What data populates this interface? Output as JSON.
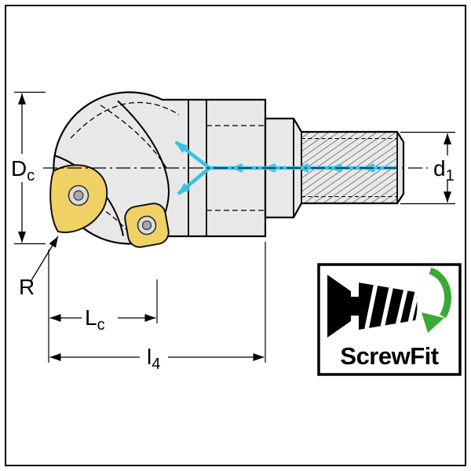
{
  "dimensions": {
    "Dc": {
      "main": "D",
      "sub": "c"
    },
    "d1": {
      "main": "d",
      "sub": "1"
    },
    "R": "R",
    "Lc": {
      "main": "L",
      "sub": "c"
    },
    "l4": {
      "main": "l",
      "sub": "4"
    }
  },
  "badge": {
    "label": "ScrewFit"
  },
  "colors": {
    "coolant": "#35c3ea",
    "insert": "#f0d165",
    "tool_fill": "#e8e8e8",
    "insert_hole_outer": "#dcdcdc",
    "insert_hole_inner": "#a8a8a8",
    "green_arrow": "#3aaa35",
    "outline": "#000000"
  }
}
